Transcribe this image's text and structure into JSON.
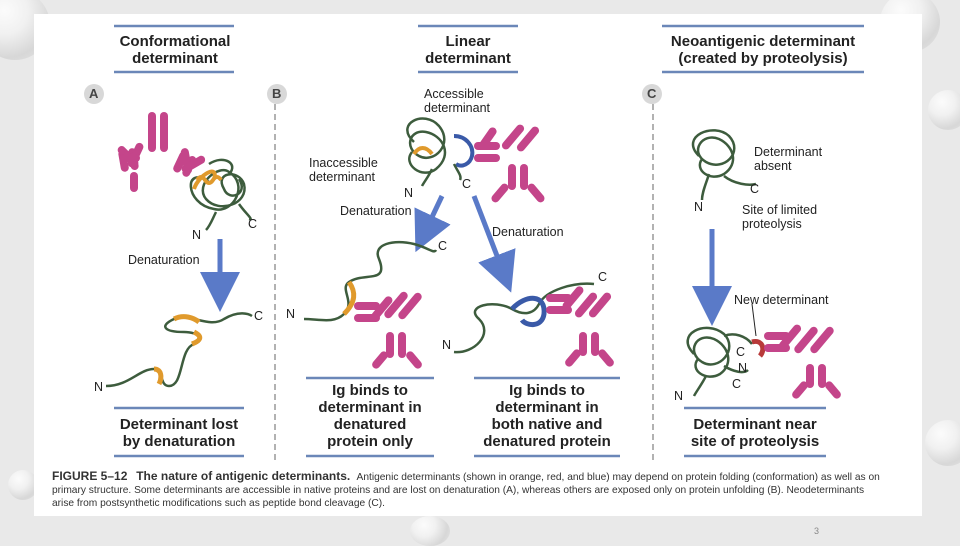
{
  "headers": {
    "conformational": "Conformational\ndeterminant",
    "linear": "Linear\ndeterminant",
    "neoantigenic": "Neoantigenic determinant\n(created by proteolysis)"
  },
  "panels": {
    "a": "A",
    "b": "B",
    "c": "C"
  },
  "labels": {
    "denaturation_a": "Denaturation",
    "denaturation_b1": "Denaturation",
    "denaturation_b2": "Denaturation",
    "accessible": "Accessible\ndeterminant",
    "inaccessible": "Inaccessible\ndeterminant",
    "determinant_absent": "Determinant\nabsent",
    "site_limited": "Site of limited\nproteolysis",
    "new_determinant": "New determinant"
  },
  "termini": {
    "n": "N",
    "c": "C"
  },
  "boxes": {
    "lost": "Determinant lost\nby denaturation",
    "denatured_only": "Ig binds to\ndeterminant in\ndenatured\nprotein only",
    "both": "Ig binds to\ndeterminant in\nboth native and\ndenatured protein",
    "near": "Determinant near\nsite of proteolysis"
  },
  "caption": {
    "figure_no": "FIGURE 5–12",
    "title": "The nature of antigenic determinants.",
    "text": "Antigenic determinants (shown in orange, red, and blue) may depend on protein folding (conformation) as well as on primary structure. Some determinants are accessible in native proteins and are lost on denaturation (A), whereas others are exposed only on protein unfolding (B). Neodeterminants arise from postsynthetic modifications such as peptide bond cleavage (C)."
  },
  "slide_number": "3",
  "colors": {
    "antibody": "#c4458a",
    "antibody_light": "#e88cbc",
    "chain": "#3d5c3d",
    "orange": "#e09a2c",
    "blue": "#3a5aa8",
    "red": "#b83a3a",
    "arrow": "#5a7ac8",
    "header_rule": "#6b87b8"
  }
}
